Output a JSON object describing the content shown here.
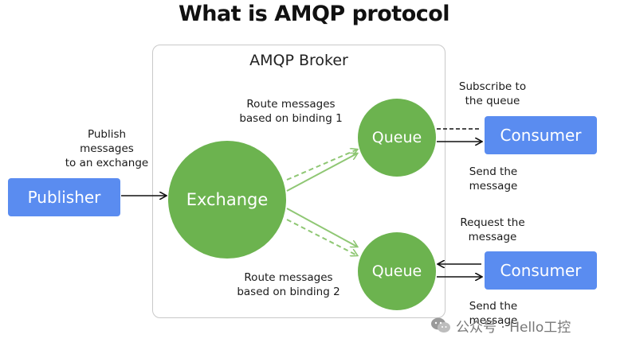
{
  "title": "What is AMQP protocol",
  "broker": {
    "label": "AMQP Broker"
  },
  "publisher": {
    "label": "Publisher"
  },
  "exchange": {
    "label": "Exchange"
  },
  "queue1": {
    "label": "Queue"
  },
  "queue2": {
    "label": "Queue"
  },
  "consumer1": {
    "label": "Consumer"
  },
  "consumer2": {
    "label": "Consumer"
  },
  "labels": {
    "publish": "Publish\nmessages\nto an exchange",
    "route1": "Route messages\nbased on binding 1",
    "route2": "Route messages\nbased on binding 2",
    "subscribe": "Subscribe to\nthe queue",
    "send1": "Send the\nmessage",
    "request": "Request the\nmessage",
    "send2": "Send the\nmessage"
  },
  "watermark": {
    "text": "公众号 · Hello工控"
  },
  "colors": {
    "blue": "#5a8cf0",
    "green": "#6cb34f",
    "dashed_green": "#8fc774"
  }
}
